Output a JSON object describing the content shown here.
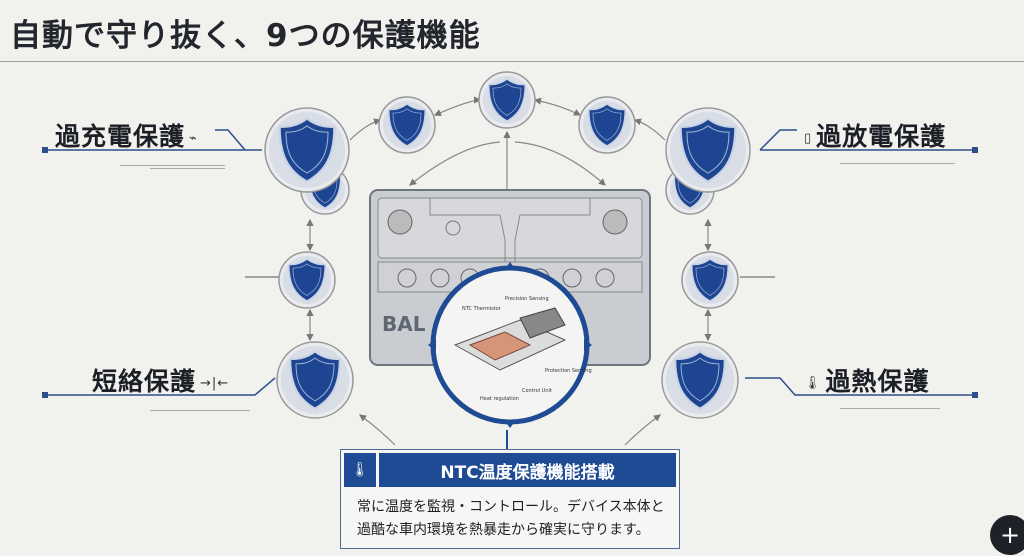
{
  "title": "自動で守り抜く、9つの保護機能",
  "labels": {
    "overcharge": {
      "text": "過充電保護",
      "icon": "battery-charge-icon"
    },
    "overdischarge": {
      "text": "過放電保護",
      "icon": "battery-icon"
    },
    "short_circuit": {
      "text": "短絡保護",
      "icon": "short-circuit-icon"
    },
    "overheat": {
      "text": "過熱保護",
      "icon": "thermometer-icon"
    }
  },
  "battery": {
    "label": "BAL"
  },
  "inset": {
    "precision": "Precision Sensing",
    "ntc": "NTC Thermistor",
    "protection": "Protection Sensing",
    "control": "Control Unit",
    "heat": "Heat regulation"
  },
  "feature_box": {
    "title": "NTC温度保護機能搭載",
    "line1": "常に温度を監視・コントロール。デバイス本体と",
    "line2": "過酷な車内環境を熱暴走から確実に守ります。",
    "icon": "thermometer-icon"
  },
  "fab": {
    "label": "+"
  },
  "colors": {
    "accent": "#1f4b94",
    "shield": "#1d4592"
  }
}
